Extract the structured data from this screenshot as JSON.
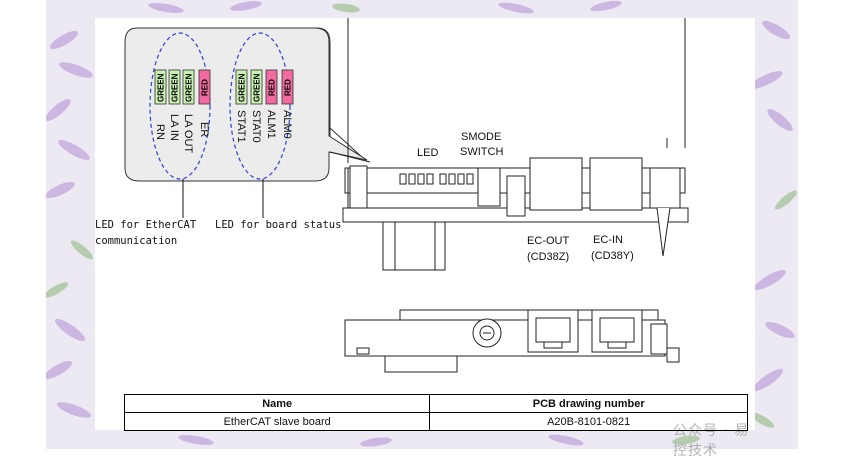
{
  "colors": {
    "green_led": "#c8f0b0",
    "red_led": "#f26aa0",
    "ellipse": "#2b3fd6",
    "frame_bg": "#ece9f2",
    "leaf": "#b38ed6",
    "leaf_green": "#7fae6a"
  },
  "callout": {
    "ethercat_leds": [
      {
        "color": "GREEN",
        "name": "RN"
      },
      {
        "color": "GREEN",
        "name": "LA IN"
      },
      {
        "color": "GREEN",
        "name": "LA OUT"
      },
      {
        "color": "RED",
        "name": "ER"
      }
    ],
    "board_leds": [
      {
        "color": "GREEN",
        "name": "STAT1"
      },
      {
        "color": "GREEN",
        "name": "STAT0"
      },
      {
        "color": "RED",
        "name": "ALM1"
      },
      {
        "color": "RED",
        "name": "ALM0"
      }
    ]
  },
  "labels": {
    "led_ethercat": "LED for EtherCAT communication",
    "led_ethercat_line1": "LED for EtherCAT",
    "led_ethercat_line2": "communication",
    "led_board": "LED for board status",
    "led": "LED",
    "smode_line1": "SMODE",
    "smode_line2": "SWITCH",
    "ec_out": "EC-OUT",
    "ec_out_code": "(CD38Z)",
    "ec_in": "EC-IN",
    "ec_in_code": "(CD38Y)"
  },
  "table": {
    "headers": [
      "Name",
      "PCB drawing number"
    ],
    "rows": [
      [
        "EtherCAT slave board",
        "A20B-8101-0821"
      ]
    ]
  },
  "watermark": "公众号 · 易控技术"
}
